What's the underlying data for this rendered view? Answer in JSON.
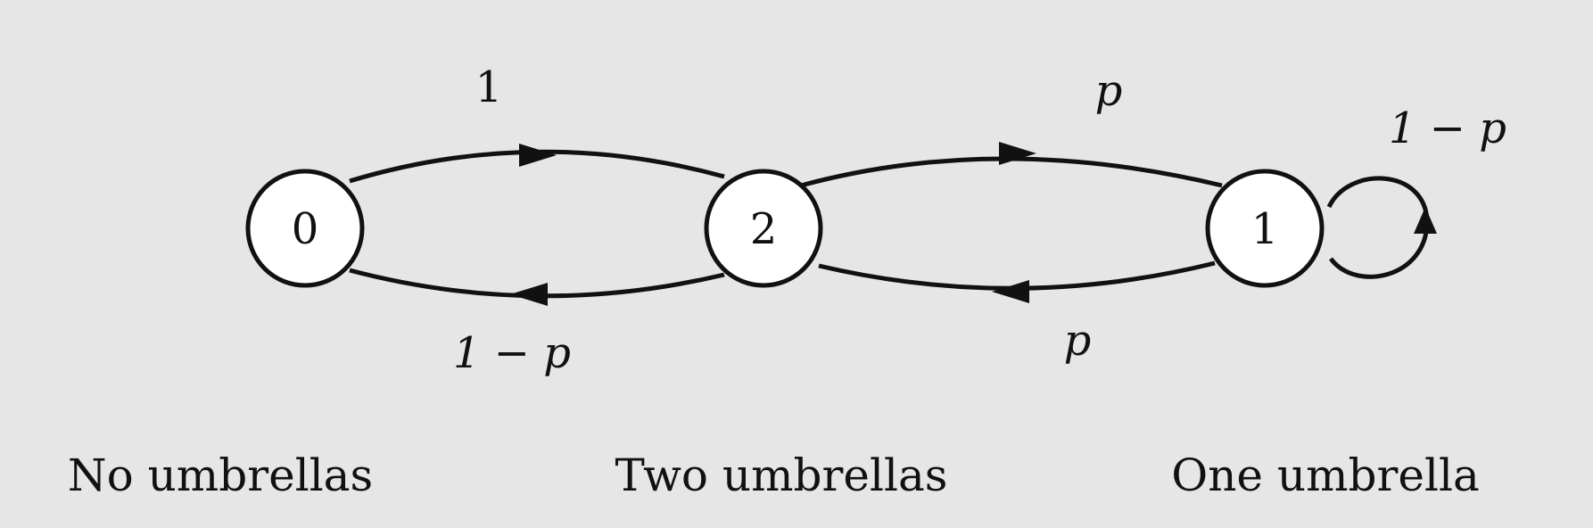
{
  "diagram": {
    "nodes": [
      {
        "id": "0",
        "label": "0",
        "caption": "No umbrellas"
      },
      {
        "id": "2",
        "label": "2",
        "caption": "Two umbrellas"
      },
      {
        "id": "1",
        "label": "1",
        "caption": "One umbrella"
      }
    ],
    "edges": [
      {
        "from": "0",
        "to": "2",
        "label": "1"
      },
      {
        "from": "2",
        "to": "0",
        "label": "1 − p"
      },
      {
        "from": "2",
        "to": "1",
        "label": "p"
      },
      {
        "from": "1",
        "to": "2",
        "label": "p"
      },
      {
        "from": "1",
        "to": "1",
        "label": "1 − p"
      }
    ]
  }
}
